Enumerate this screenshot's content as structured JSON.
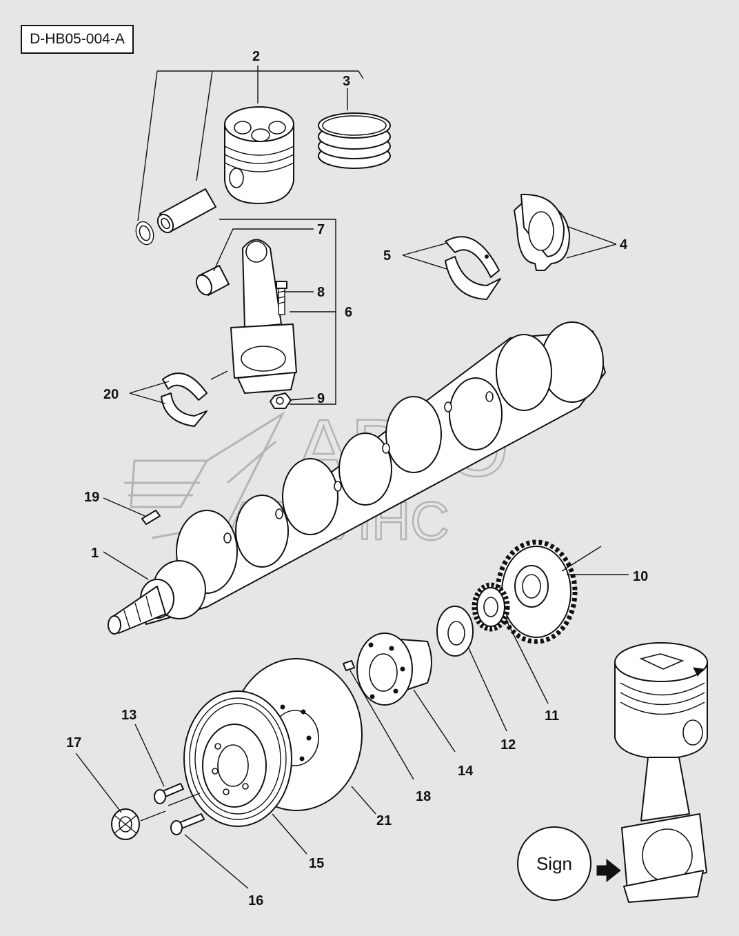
{
  "diagram_code": "D-HB05-004-A",
  "sign_label": "Sign",
  "watermark": {
    "line1": "АВТО",
    "line2": "АЛЬЯНС"
  },
  "callouts": [
    "1",
    "2",
    "3",
    "4",
    "5",
    "6",
    "7",
    "8",
    "9",
    "10",
    "11",
    "12",
    "13",
    "14",
    "15",
    "16",
    "17",
    "18",
    "19",
    "20",
    "21"
  ]
}
